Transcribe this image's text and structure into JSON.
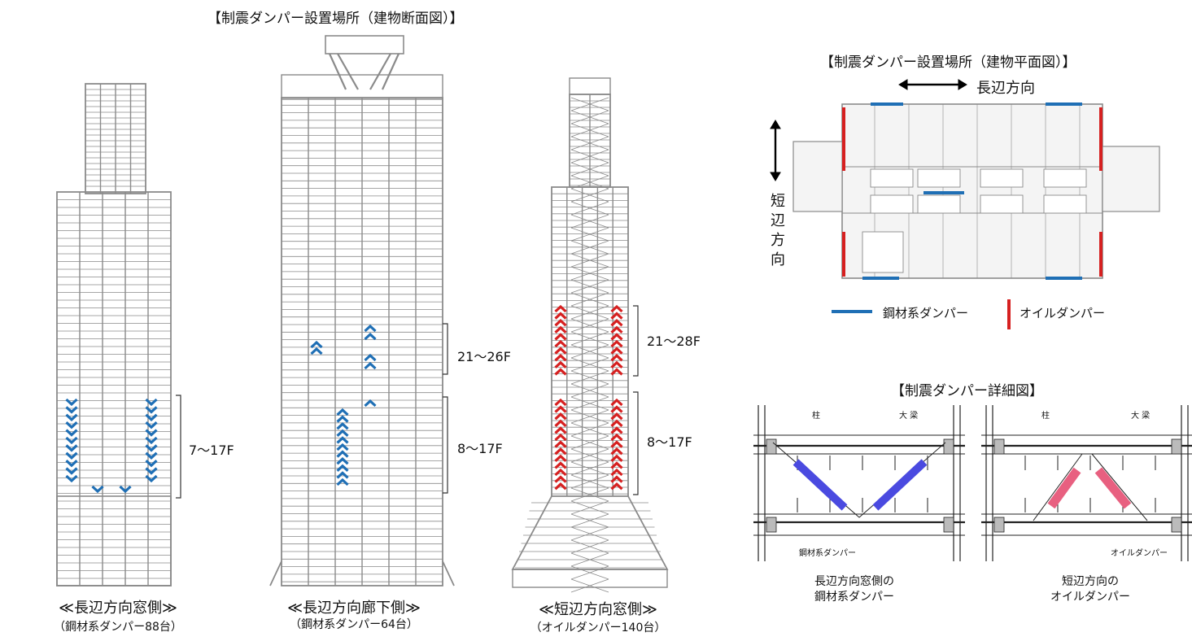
{
  "section_title_left": "【制震ダンパー設置場所（建物断面図）】",
  "section_title_plan": "【制震ダンパー設置場所（建物平面図）】",
  "section_title_detail": "【制震ダンパー詳細図】",
  "elevations": [
    {
      "caption": "≪長辺方向窓側≫",
      "subcaption": "（鋼材系ダンパー88台）",
      "ranges": [
        "7～17F"
      ],
      "damper_type": "steel"
    },
    {
      "caption": "≪長辺方向廊下側≫",
      "subcaption": "（鋼材系ダンパー64台）",
      "ranges": [
        "21～26F",
        "8～17F"
      ],
      "damper_type": "steel"
    },
    {
      "caption": "≪短辺方向窓側≫",
      "subcaption": "（オイルダンパー140台）",
      "ranges": [
        "21～28F",
        "8～17F"
      ],
      "damper_type": "oil"
    }
  ],
  "plan": {
    "long_direction": "長辺方向",
    "short_direction": "短辺方向",
    "legend": [
      {
        "label": "鋼材系ダンパー",
        "color": "#1f6fb5"
      },
      {
        "label": "オイルダンパー",
        "color": "#d62020"
      }
    ]
  },
  "details": [
    {
      "column_label": "柱",
      "beam_label": "大 梁",
      "damper_label": "鋼材系ダンパー",
      "caption": [
        "長辺方向窓側の",
        "鋼材系ダンパー"
      ],
      "color": "#4a4ae0"
    },
    {
      "column_label": "柱",
      "beam_label": "大 梁",
      "damper_label": "オイルダンパー",
      "caption": [
        "短辺方向の",
        "オイルダンパー"
      ],
      "color": "#e86080"
    }
  ],
  "colors": {
    "steel": "#1f6fb5",
    "oil": "#d62020",
    "structure": "#8a8a8a"
  }
}
